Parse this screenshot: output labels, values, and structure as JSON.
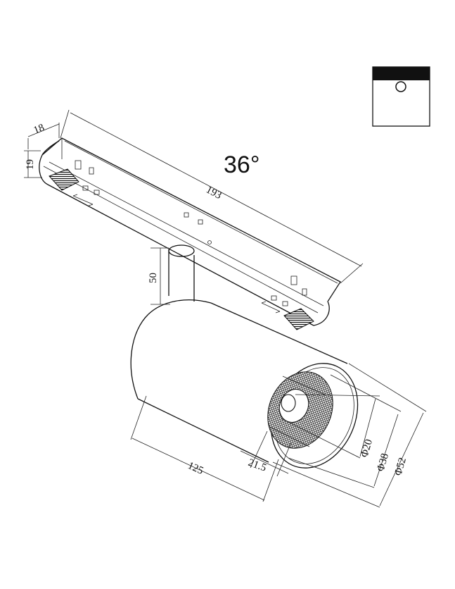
{
  "beam_angle": "36°",
  "dimensions": {
    "rail_width": "18",
    "rail_height": "19",
    "rail_length": "193",
    "stem_height": "50",
    "body_length": "125",
    "recess_depth": "21.5",
    "inner_diameter": "Φ20",
    "reflector_diameter": "Φ38",
    "outer_diameter": "Φ52"
  },
  "icon": "track-spotlight-icon"
}
